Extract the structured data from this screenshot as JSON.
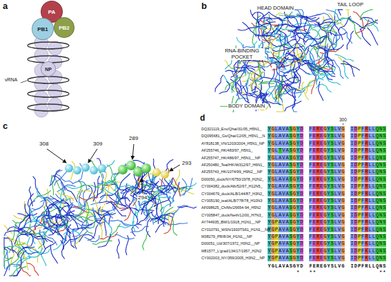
{
  "diagram": {
    "nodes": [
      {
        "text": [
          "PA"
        ]
      },
      {
        "text": [
          "PB1"
        ]
      },
      {
        "text": [
          "PB2"
        ]
      },
      {
        "text": [
          "NP"
        ]
      }
    ],
    "labels": [
      "a",
      "vRNA",
      "b",
      "HEAD DOMAIN",
      "TAIL LOOP",
      "RNA-BINDING POCKET",
      "BODY DOMAIN",
      "c",
      "308",
      "309",
      "289",
      "293",
      "294",
      "d",
      "300",
      "DQ321119_Env/Qhai/31/05_H5N1_",
      "DQ095681_Gs/Qhai/12/05_H5N1__N",
      "AY818138_VN/1203/2004_H5N1_NP",
      "AF255746_HK/483/97_H5N1_",
      "AF255747_HK/486/97_H5N1__NP",
      "AF250480_Teal/HK/W312/97_H6N1_",
      "AF255743_HK/1074/99_H9N2__NP",
      "D00050_duck/NY/6750/1978_H2N2_",
      "CY004382_duck/Alb/52/97_H12N5_",
      "CY004679_duck/ALB/144/87_H3N2_",
      "CY005190_teal/ALB/778/78_H10N3",
      "AF098625_Ch/Mx/26654-94_H5N2",
      "CY005847_duck/Neth/12/00_H7N3_",
      "AY744935_BM/1/1918_H1N1__NP",
      "CY010791_WSN/1933TS61_H1N1__NP",
      "M38279_PR/8/34_H1N1__NP",
      "D00051_Ud/307/1972_H3N2__NP",
      "M81577_L'grad/134/17/1957_H2N2",
      "CY002003_NY/359/2005_H3N2__NP",
      "YGLAVASGYD",
      "FEREGYSLVG",
      "IDPFRLLQNS",
      "YGLAVASGYD",
      "FEREGYSLVG",
      "IDPFRLLQNS",
      "YGLAVASGYD",
      "FEREGYSLVG",
      "IDPFRLLQNS",
      "YGLTVASGYD",
      "FEREGYSLVG",
      "IDPFRLLQNS",
      "YGLAVASGYD",
      "FEREGYSLVG",
      "IDPFRLLQNS",
      "YGLAVASGYD",
      "FEREGYSLVG",
      "IDPFRLLQNS",
      "YGLAVASGYD",
      "FEREGYSLVG",
      "IDPFRLLQNS",
      "YGLAVASGYD",
      "FEREGYSLVG",
      "IDPFRLLQNS",
      "YGLAVASGYD",
      "FEREGYSLVG",
      "IDPFRLLQNS",
      "YGLAVASGYD",
      "FEREGYSLVG",
      "IDPFRLLQNS",
      "YGLAVASGYD",
      "FEREGYSLVG",
      "IDPFRLLQNS",
      "YGLAVASGYD",
      "FEREGYSLVG",
      "IDPFRLLQNS",
      "YGLAVASGYD",
      "FEREGYSLVG",
      "IDPFRLLQNS",
      "YGPAVASGYD",
      "FEREGYSLVG",
      "IDPFRLLQNS",
      "YGPAVASGYD",
      "FEREGYSLVG",
      "IDPFRLLQNS",
      "YGPAVASGYD",
      "FEREGYSLVG",
      "IDPFRLLQNS",
      "YGPAVASGYD",
      "FEREGYSLVG",
      "IDPFKLLQNS",
      "YGPAVASGYD",
      "FEREGYSLVG",
      "IDPFKLLQNS",
      "YGPAVASGYD",
      "FEREGYSLVG",
      "IDPFKLLQNS",
      "YGLAVASGYD",
      "FEREGYSLVG",
      "IDPFRLLQNS",
      "*",
      "**",
      "**"
    ]
  }
}
